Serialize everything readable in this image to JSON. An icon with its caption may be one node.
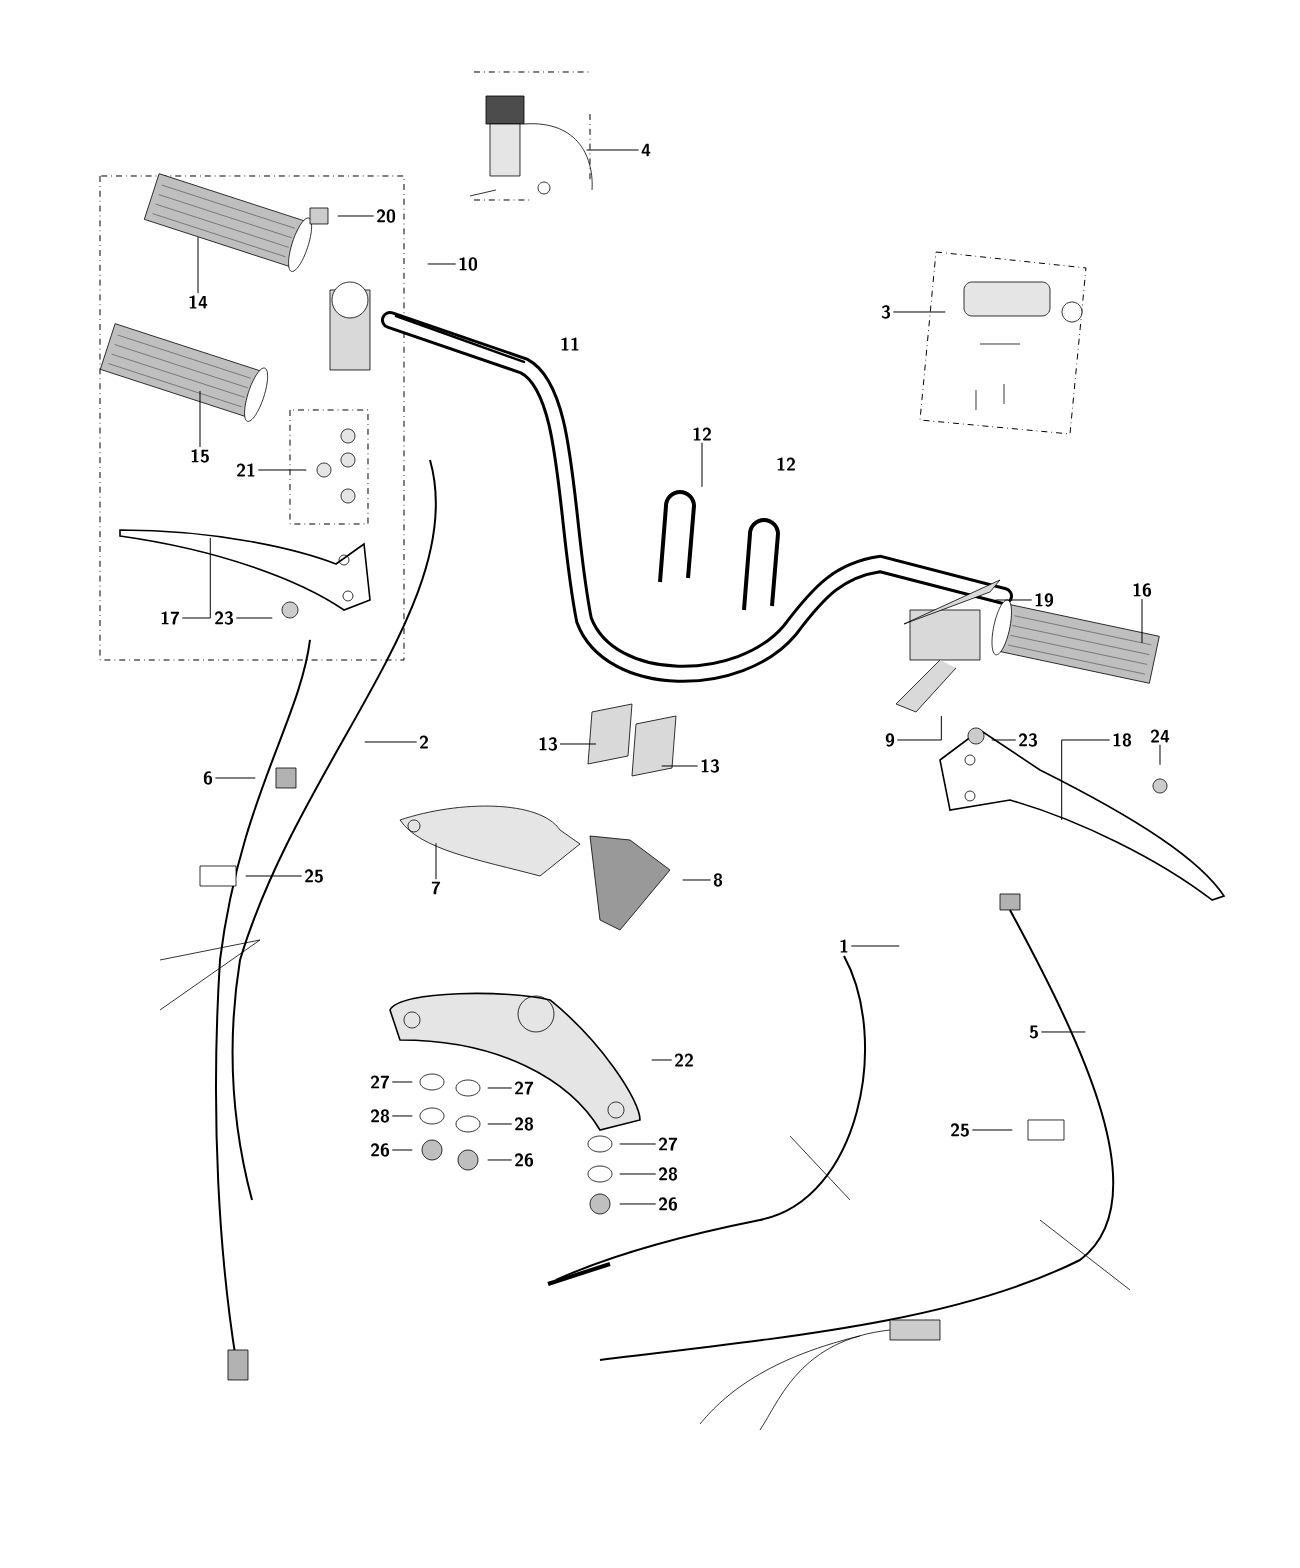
{
  "diagram": {
    "nodes": [
      {
        "text": [
          "4"
        ]
      },
      {
        "text": [
          "20"
        ]
      },
      {
        "text": [
          "10"
        ]
      },
      {
        "text": [
          "14"
        ]
      },
      {
        "text": [
          "3"
        ]
      },
      {
        "text": [
          "15"
        ]
      },
      {
        "text": [
          "21"
        ]
      },
      {
        "text": [
          "12"
        ]
      },
      {
        "text": [
          "19"
        ]
      },
      {
        "text": [
          "16"
        ]
      },
      {
        "text": [
          "17"
        ]
      },
      {
        "text": [
          "23"
        ]
      },
      {
        "text": [
          "9"
        ]
      },
      {
        "text": [
          "23"
        ]
      },
      {
        "text": [
          "18"
        ]
      },
      {
        "text": [
          "24"
        ]
      },
      {
        "text": [
          "2"
        ]
      },
      {
        "text": [
          "13"
        ]
      },
      {
        "text": [
          "13"
        ]
      },
      {
        "text": [
          "6"
        ]
      },
      {
        "text": [
          "25"
        ]
      },
      {
        "text": [
          "7"
        ]
      },
      {
        "text": [
          "8"
        ]
      },
      {
        "text": [
          "1"
        ]
      },
      {
        "text": [
          "5"
        ]
      },
      {
        "text": [
          "22"
        ]
      },
      {
        "text": [
          "27"
        ]
      },
      {
        "text": [
          "27"
        ]
      },
      {
        "text": [
          "28"
        ]
      },
      {
        "text": [
          "28"
        ]
      },
      {
        "text": [
          "27"
        ]
      },
      {
        "text": [
          "26"
        ]
      },
      {
        "text": [
          "26"
        ]
      },
      {
        "text": [
          "28"
        ]
      },
      {
        "text": [
          "25"
        ]
      },
      {
        "text": [
          "26"
        ]
      }
    ],
    "edges": [
      {
        "from": 0,
        "to": null,
        "arrow": "none"
      },
      {
        "from": 1,
        "to": null,
        "arrow": "none"
      },
      {
        "from": 2,
        "to": null,
        "arrow": "none"
      },
      {
        "from": 3,
        "to": null,
        "arrow": "none"
      },
      {
        "from": 4,
        "to": null,
        "arrow": "none"
      },
      {
        "from": 5,
        "to": null,
        "arrow": "none"
      },
      {
        "from": 6,
        "to": null,
        "arrow": "none"
      },
      {
        "from": 7,
        "to": null,
        "arrow": "none"
      },
      {
        "from": 8,
        "to": null,
        "arrow": "none"
      },
      {
        "from": 9,
        "to": null,
        "arrow": "none"
      },
      {
        "from": 10,
        "to": null,
        "arrow": "none"
      },
      {
        "from": 11,
        "to": null,
        "arrow": "none"
      },
      {
        "from": 12,
        "to": null,
        "arrow": "none"
      },
      {
        "from": 13,
        "to": null,
        "arrow": "none"
      },
      {
        "from": 14,
        "to": null,
        "arrow": "none"
      },
      {
        "from": 15,
        "to": null,
        "arrow": "none"
      },
      {
        "from": 16,
        "to": null,
        "arrow": "none"
      },
      {
        "from": 17,
        "to": null,
        "arrow": "none"
      },
      {
        "from": 18,
        "to": null,
        "arrow": "none"
      },
      {
        "from": 19,
        "to": null,
        "arrow": "none"
      },
      {
        "from": 20,
        "to": null,
        "arrow": "none"
      },
      {
        "from": 21,
        "to": null,
        "arrow": "none"
      },
      {
        "from": 22,
        "to": null,
        "arrow": "none"
      },
      {
        "from": 23,
        "to": null,
        "arrow": "none"
      },
      {
        "from": 24,
        "to": null,
        "arrow": "none"
      },
      {
        "from": 25,
        "to": null,
        "arrow": "none"
      },
      {
        "from": 26,
        "to": null,
        "arrow": "none"
      },
      {
        "from": 27,
        "to": null,
        "arrow": "none"
      },
      {
        "from": 28,
        "to": null,
        "arrow": "none"
      },
      {
        "from": 29,
        "to": null,
        "arrow": "none"
      },
      {
        "from": 30,
        "to": null,
        "arrow": "none"
      },
      {
        "from": 31,
        "to": null,
        "arrow": "none"
      },
      {
        "from": 32,
        "to": null,
        "arrow": "none"
      },
      {
        "from": 33,
        "to": null,
        "arrow": "none"
      },
      {
        "from": 34,
        "to": null,
        "arrow": "none"
      },
      {
        "from": 35,
        "to": null,
        "arrow": "none"
      }
    ],
    "labels": [
      "11",
      "12"
    ]
  }
}
